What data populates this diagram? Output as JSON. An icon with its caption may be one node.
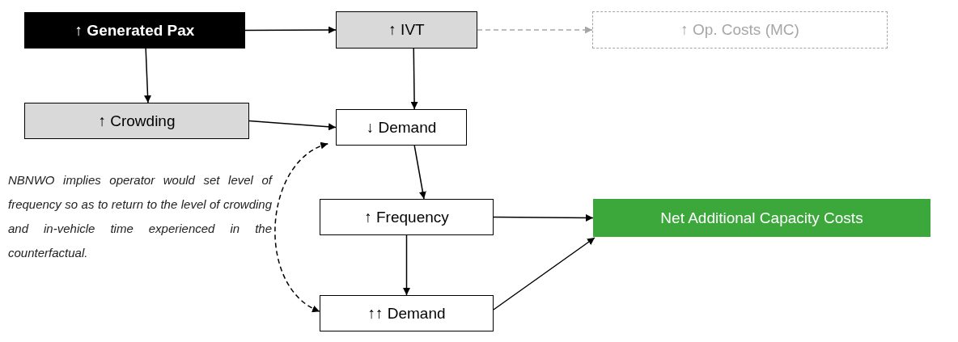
{
  "diagram": {
    "nodes": [
      {
        "text": [
          "↑ Generated Pax"
        ]
      },
      {
        "text": [
          "↑ IVT"
        ]
      },
      {
        "text": [
          "↑ Op. Costs (MC)"
        ]
      },
      {
        "text": [
          "↑ Crowding"
        ]
      },
      {
        "text": [
          "↓ Demand"
        ]
      },
      {
        "text": [
          "↑ Frequency"
        ]
      },
      {
        "text": [
          "Net Additional Capacity Costs"
        ]
      },
      {
        "text": [
          "↑↑ Demand"
        ]
      }
    ],
    "edges": [
      {
        "from": 0,
        "to": 1,
        "arrow": "to"
      },
      {
        "from": 0,
        "to": 3,
        "arrow": "to"
      },
      {
        "from": 1,
        "to": 2,
        "arrow": "to",
        "style": "dashed",
        "color": "#a6a6a6"
      },
      {
        "from": 1,
        "to": 4,
        "arrow": "to"
      },
      {
        "from": 3,
        "to": 4,
        "arrow": "to"
      },
      {
        "from": 4,
        "to": 5,
        "arrow": "to"
      },
      {
        "from": 5,
        "to": 7,
        "arrow": "to"
      },
      {
        "from": 5,
        "to": 6,
        "arrow": "to"
      },
      {
        "from": 7,
        "to": 6,
        "arrow": "to"
      },
      {
        "from": 4,
        "to": 7,
        "arrow": "both",
        "style": "dashed"
      }
    ],
    "labels": [
      "NBNWO implies operator would set level of frequency so as to return to the level of crowding and in-vehicle time experienced in the counterfactual."
    ]
  }
}
